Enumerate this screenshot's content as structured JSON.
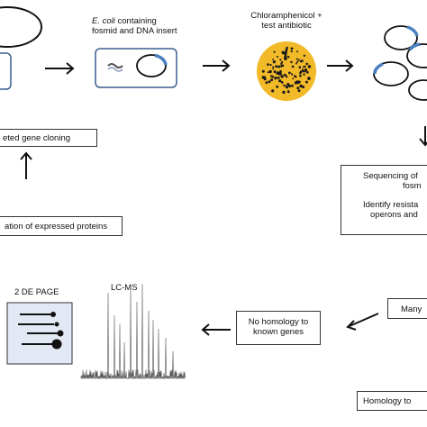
{
  "step_ecoli": {
    "italic": "E. coli",
    "rest": " containing",
    "line2": "fosmid and DNA insert"
  },
  "step_selection": {
    "line1": "Chloramphenicol +",
    "line2": "test antibiotic"
  },
  "box_targeted_cloning": "eted gene cloning",
  "box_expressed_proteins": "ation of expressed proteins",
  "box_sequencing": {
    "line1": "Sequencing of",
    "line2": "fosm",
    "line3": "Identify resista",
    "line4": "operons and"
  },
  "box_no_homology": {
    "line1": "No homology to",
    "line2": "known genes"
  },
  "box_many": "Many",
  "box_homology_to": "Homology to",
  "label_2de_page": "2 DE PAGE",
  "label_lcms": "LC-MS",
  "colors": {
    "plasmid_accent": "#4a7fc1",
    "plate": "#f2b928",
    "box_border": "#3a5f8f",
    "gel_bg": "#e3e8f5"
  }
}
